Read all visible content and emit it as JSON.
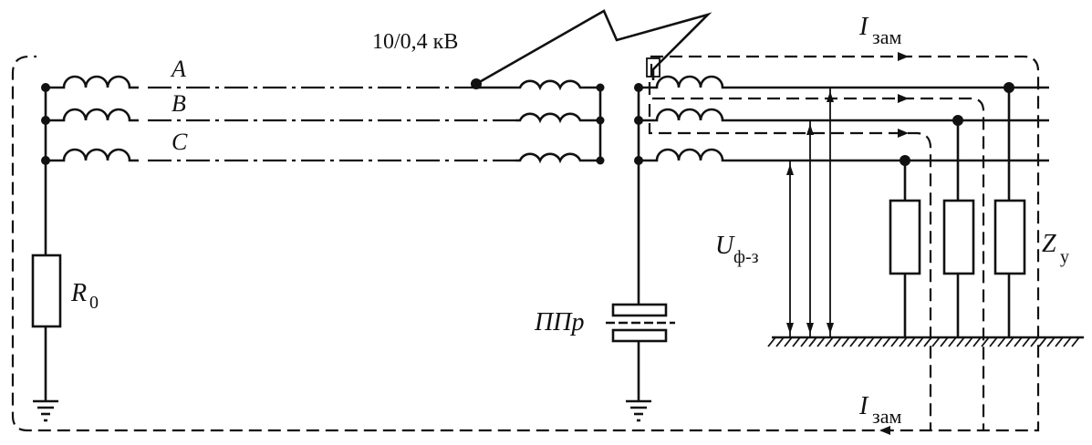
{
  "labels": {
    "transformer": "10/0,4 кВ",
    "phase_a": "A",
    "phase_b": "B",
    "phase_c": "C",
    "r0_main": "R",
    "r0_sub": "0",
    "ppr": "ППр",
    "u_main": "U",
    "u_sub": "ф-з",
    "z_main": "Z",
    "z_sub": "у",
    "i_top_main": "I",
    "i_top_sub": "зам",
    "i_bottom_main": "I",
    "i_bottom_sub": "зам"
  }
}
